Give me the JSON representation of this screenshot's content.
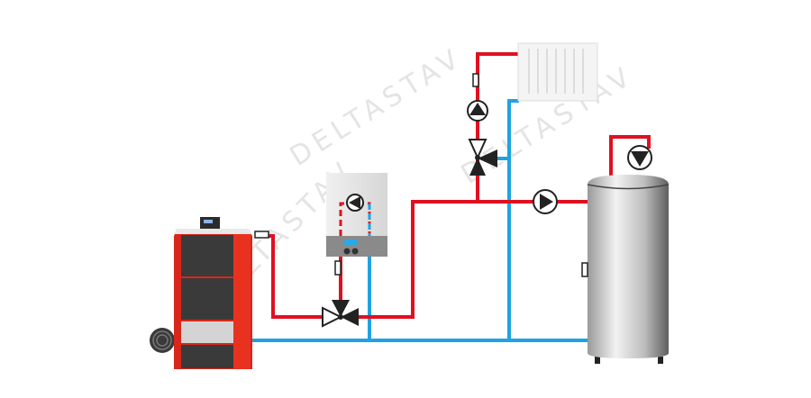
{
  "watermark": "DELTASTAV",
  "colors": {
    "hot": "#e01020",
    "cold": "#1fa3e0",
    "boiler_red": "#d8261c",
    "dark": "#2b2b2b",
    "display": "#2aa9e6"
  },
  "components": [
    "solid-fuel-boiler",
    "gas-boiler",
    "three-way-valve",
    "circulation-pump",
    "radiator",
    "hot-water-tank",
    "temperature-sensor"
  ]
}
